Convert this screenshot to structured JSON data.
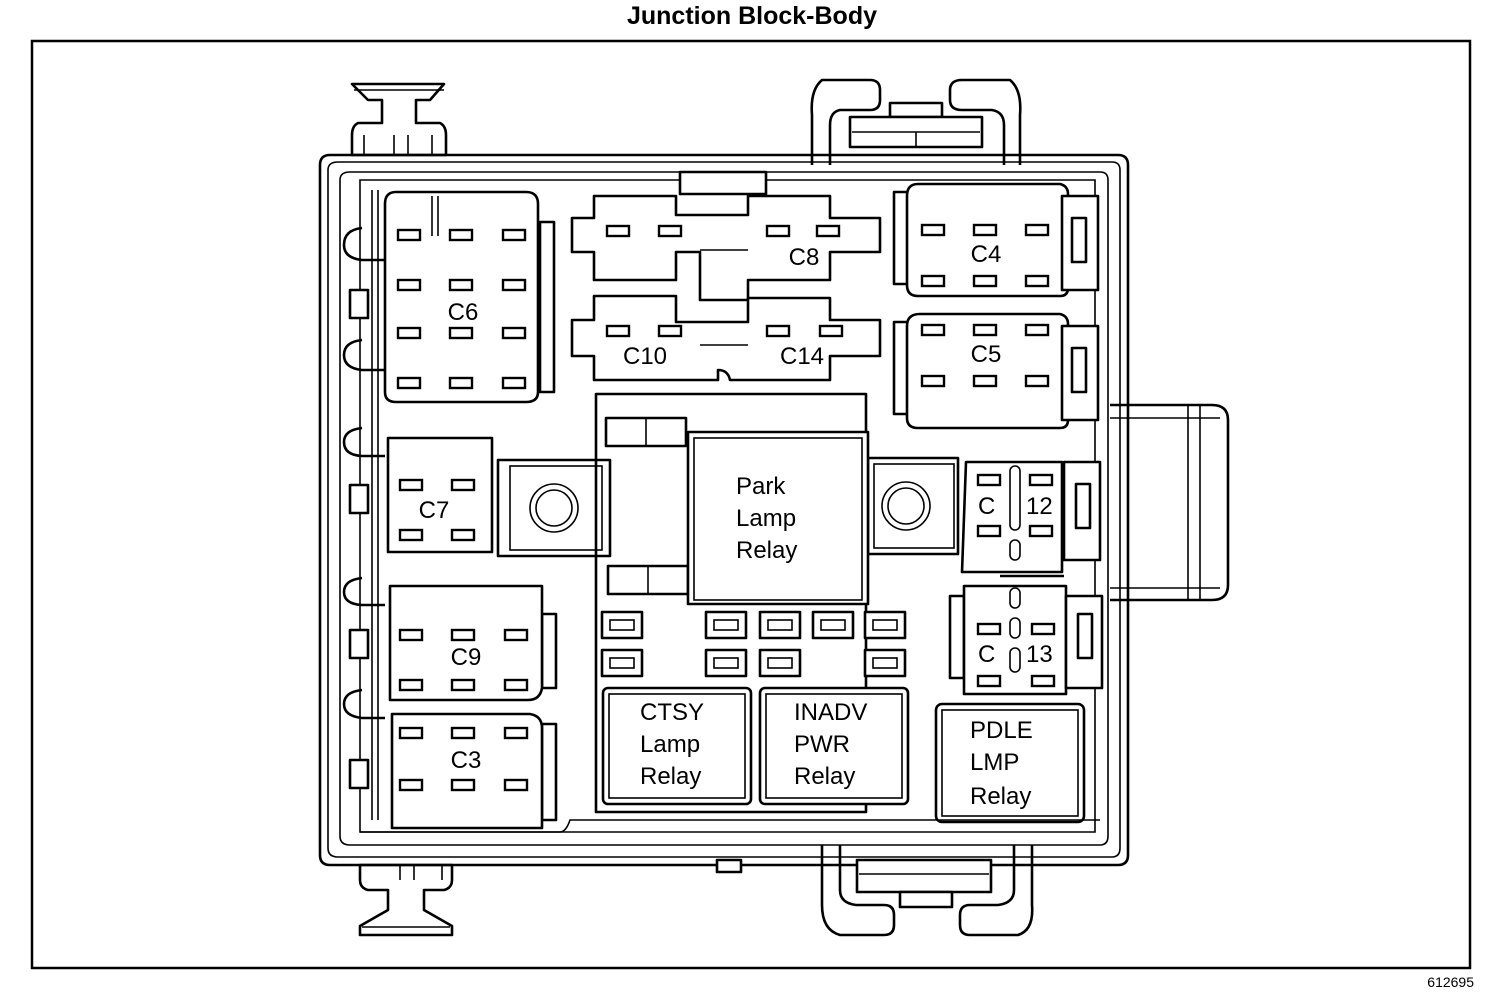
{
  "title": "Junction Block-Body",
  "figure_id": "612695",
  "colors": {
    "line": "#000000",
    "background": "#ffffff"
  },
  "connectors": {
    "c6": "C6",
    "c8": "C8",
    "c10": "C10",
    "c14": "C14",
    "c4": "C4",
    "c5": "C5",
    "c7": "C7",
    "c9": "C9",
    "c3": "C3",
    "c12": {
      "prefix": "C",
      "number": "12"
    },
    "c13": {
      "prefix": "C",
      "number": "13"
    }
  },
  "relays": {
    "park_lamp": [
      "Park",
      "Lamp",
      "Relay"
    ],
    "ctsy_lamp": [
      "CTSY",
      "Lamp",
      "Relay"
    ],
    "inadv_pwr": [
      "INADV",
      "PWR",
      "Relay"
    ],
    "pdle_lmp": [
      "PDLE",
      "LMP",
      "Relay"
    ]
  }
}
